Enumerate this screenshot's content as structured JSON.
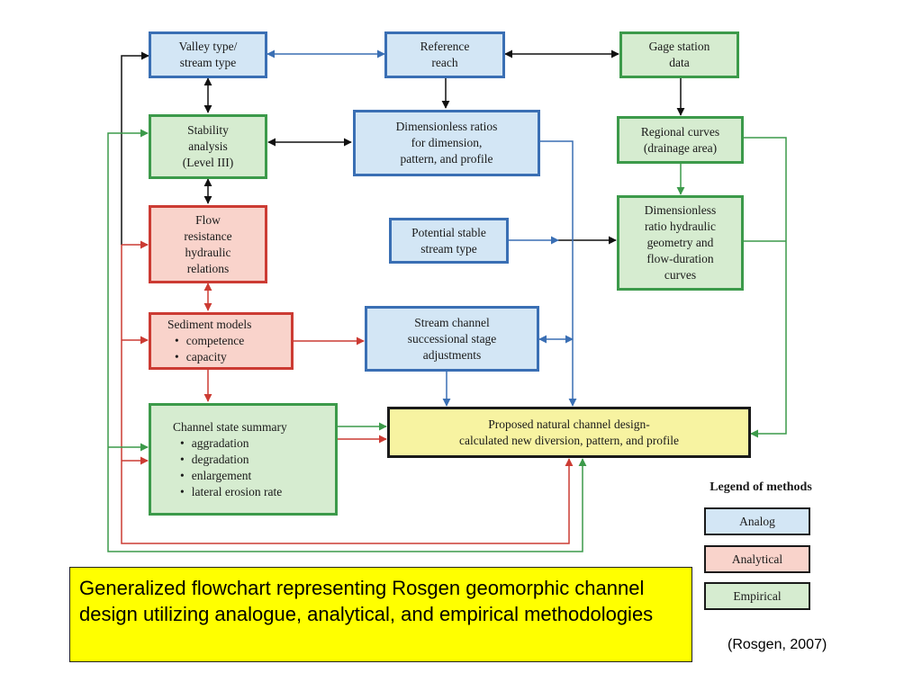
{
  "boxes": {
    "valley": [
      "Valley type/",
      "stream type"
    ],
    "reference": [
      "Reference",
      "reach"
    ],
    "gage": [
      "Gage station",
      "data"
    ],
    "stability": [
      "Stability",
      "analysis",
      "(Level III)"
    ],
    "dimensionless": [
      "Dimensionless ratios",
      "for dimension,",
      "pattern, and profile"
    ],
    "regional": [
      "Regional curves",
      "(drainage area)"
    ],
    "flow": [
      "Flow",
      "resistance",
      "hydraulic",
      "relations"
    ],
    "potential": [
      "Potential stable",
      "stream type"
    ],
    "ratio_hydraulic": [
      "Dimensionless",
      "ratio hydraulic",
      "geometry and",
      "flow-duration",
      "curves"
    ],
    "sediment_title": "Sediment models",
    "sediment_items": [
      "competence",
      "capacity"
    ],
    "successional": [
      "Stream channel",
      "successional stage",
      "adjustments"
    ],
    "channel_title": "Channel state summary",
    "channel_items": [
      "aggradation",
      "degradation",
      "enlargement",
      "lateral erosion rate"
    ],
    "proposed": [
      "Proposed natural channel design-",
      "calculated new diversion, pattern, and profile"
    ]
  },
  "legend": {
    "title": "Legend of methods",
    "analog": "Analog",
    "analytical": "Analytical",
    "empirical": "Empirical"
  },
  "caption": "Generalized flowchart representing Rosgen geomorphic channel design utilizing analogue, analytical, and empirical methodologies",
  "citation": "(Rosgen, 2007)",
  "colors": {
    "analog_fill": "#d3e6f5",
    "analog_border": "#3a6fb4",
    "analytical_fill": "#f9d3cb",
    "analytical_border": "#cc3b33",
    "empirical_fill": "#d6ecd0",
    "empirical_border": "#3c9a4a",
    "proposed_fill": "#f7f3a1",
    "caption_fill": "#ffff00"
  }
}
